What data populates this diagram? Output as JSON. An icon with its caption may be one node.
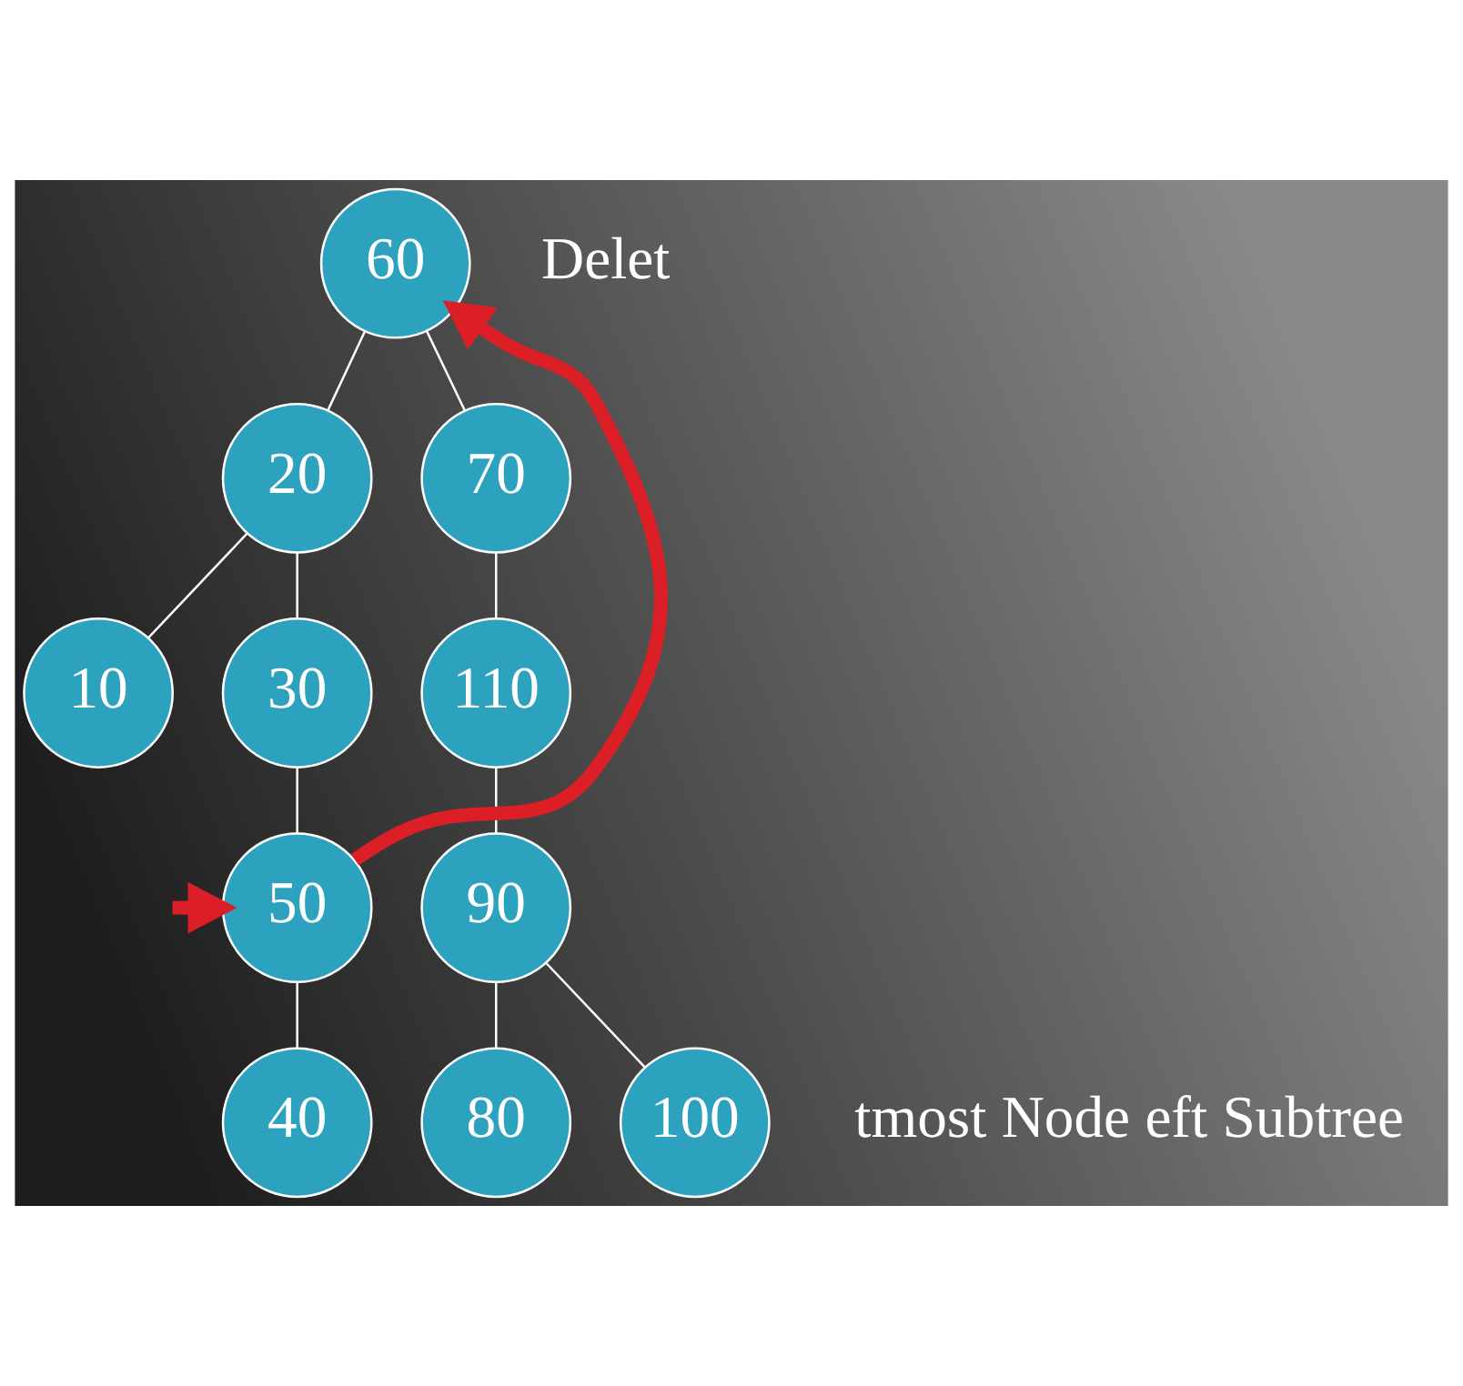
{
  "diagram": {
    "nodes": [
      {
        "text": [
          "60"
        ]
      },
      {
        "text": [
          "20"
        ]
      },
      {
        "text": [
          "70"
        ]
      },
      {
        "text": [
          "10"
        ]
      },
      {
        "text": [
          "30"
        ]
      },
      {
        "text": [
          "110"
        ]
      },
      {
        "text": [
          "50"
        ]
      },
      {
        "text": [
          "90"
        ]
      },
      {
        "text": [
          "40"
        ]
      },
      {
        "text": [
          "80"
        ]
      },
      {
        "text": [
          "100"
        ]
      }
    ],
    "edges": [
      {
        "from": 0,
        "to": 1,
        "arrow": "none"
      },
      {
        "from": 0,
        "to": 2,
        "arrow": "none"
      },
      {
        "from": 1,
        "to": 3,
        "arrow": "none"
      },
      {
        "from": 1,
        "to": 4,
        "arrow": "none"
      },
      {
        "from": 2,
        "to": 5,
        "arrow": "none"
      },
      {
        "from": 4,
        "to": 6,
        "arrow": "none"
      },
      {
        "from": 5,
        "to": 7,
        "arrow": "none"
      },
      {
        "from": 6,
        "to": 8,
        "arrow": "none"
      },
      {
        "from": 7,
        "to": 9,
        "arrow": "none"
      },
      {
        "from": 7,
        "to": 10,
        "arrow": "none"
      },
      {
        "from": null,
        "to": 6,
        "arrow": "to",
        "style": "thick",
        "color": "#dc1f26"
      },
      {
        "from": 6,
        "to": 0,
        "arrow": "to",
        "style": "thick",
        "color": "#dc1f26"
      }
    ],
    "labels": [
      "Delet",
      "tmost Node eft Subtree"
    ]
  }
}
